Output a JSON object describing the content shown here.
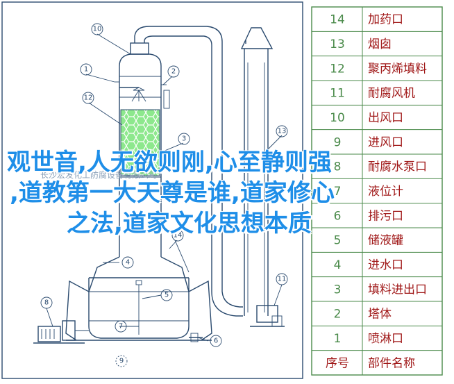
{
  "table": {
    "header": {
      "number": "序号",
      "name": "部件名称"
    },
    "rows": [
      {
        "number": "14",
        "name": "加药口"
      },
      {
        "number": "13",
        "name": "烟囱"
      },
      {
        "number": "12",
        "name": "聚丙烯填料"
      },
      {
        "number": "11",
        "name": "耐腐风机"
      },
      {
        "number": "10",
        "name": "出风口"
      },
      {
        "number": "9",
        "name": "进风口"
      },
      {
        "number": "8",
        "name": "耐腐水泵口"
      },
      {
        "number": "7",
        "name": "液位计"
      },
      {
        "number": "6",
        "name": "排污口"
      },
      {
        "number": "5",
        "name": "储液罐"
      },
      {
        "number": "4",
        "name": "进水口"
      },
      {
        "number": "3",
        "name": "填料进出口"
      },
      {
        "number": "2",
        "name": "塔体"
      },
      {
        "number": "1",
        "name": "喷淋口"
      }
    ]
  },
  "callouts": [
    "1",
    "2",
    "3",
    "4",
    "5",
    "6",
    "7",
    "8",
    "9",
    "10",
    "11",
    "12",
    "13",
    "14"
  ],
  "watermark": "长沙宏发化工防腐设备有限公司",
  "overlay": {
    "line1": "观世音,人无欲则刚,心至静则强",
    "line2": ",道教第一大天尊是谁,道家修心",
    "line3": "之法,道家文化思想本质"
  },
  "colors": {
    "line": "#2a4a6e",
    "packing": "#7fe07f",
    "table_text": "#a01818",
    "overlay": "#1e8ee8"
  }
}
